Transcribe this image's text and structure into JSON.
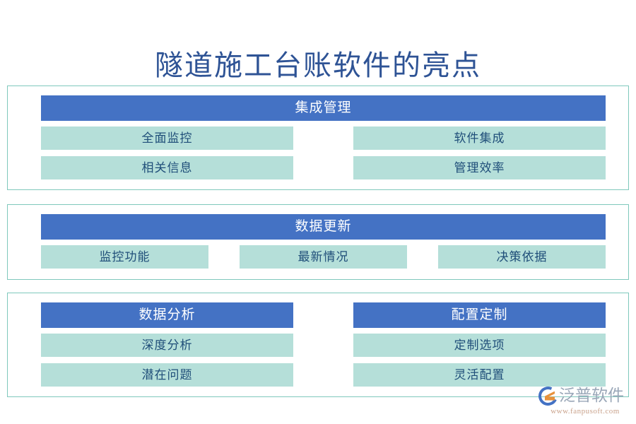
{
  "title": "隧道施工台账软件的亮点",
  "colors": {
    "header_blue": "#4472C4",
    "item_teal": "#B5DFD9",
    "frame_border": "#7FC8BC",
    "title_blue": "#2E5395",
    "item_text_blue": "#1F4E79",
    "background": "#FFFFFF"
  },
  "sections": [
    {
      "id": "integrated-management",
      "header": "集成管理",
      "layout": "two-column",
      "rows": [
        {
          "left": "全面监控",
          "right": "软件集成"
        },
        {
          "left": "相关信息",
          "right": "管理效率"
        }
      ]
    },
    {
      "id": "data-update",
      "header": "数据更新",
      "layout": "three-column",
      "items": [
        "监控功能",
        "最新情况",
        "决策依据"
      ]
    },
    {
      "id": "analysis-and-config",
      "layout": "dual-panel",
      "panels": [
        {
          "header": "数据分析",
          "items": [
            "深度分析",
            "潜在问题"
          ]
        },
        {
          "header": "配置定制",
          "items": [
            "定制选项",
            "灵活配置"
          ]
        }
      ]
    }
  ],
  "logo": {
    "name": "泛普软件",
    "url": "www.fanpusoft.com"
  }
}
